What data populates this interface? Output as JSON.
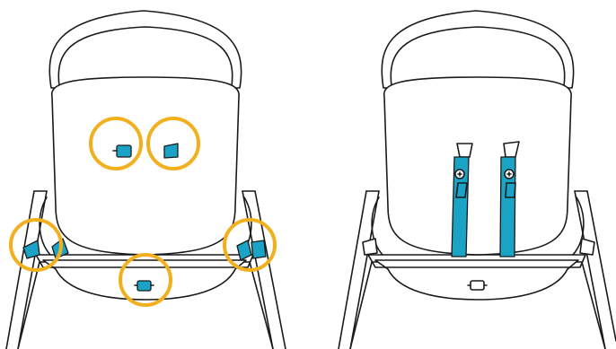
{
  "colors": {
    "outline": "#1a1a1a",
    "strap_blue": "#1ba3c6",
    "highlight_ring": "#f2b01e",
    "background": "#ffffff"
  },
  "panels": [
    {
      "name": "high-chair-back-with-highlighted-clips",
      "highlighted_points": [
        "left-shoulder-clip",
        "right-shoulder-clip",
        "left-side-waist-clip",
        "right-side-waist-clip",
        "crotch-clip"
      ]
    },
    {
      "name": "high-chair-back-with-shoulder-straps",
      "straps": [
        "left-shoulder-strap",
        "right-shoulder-strap"
      ]
    }
  ]
}
